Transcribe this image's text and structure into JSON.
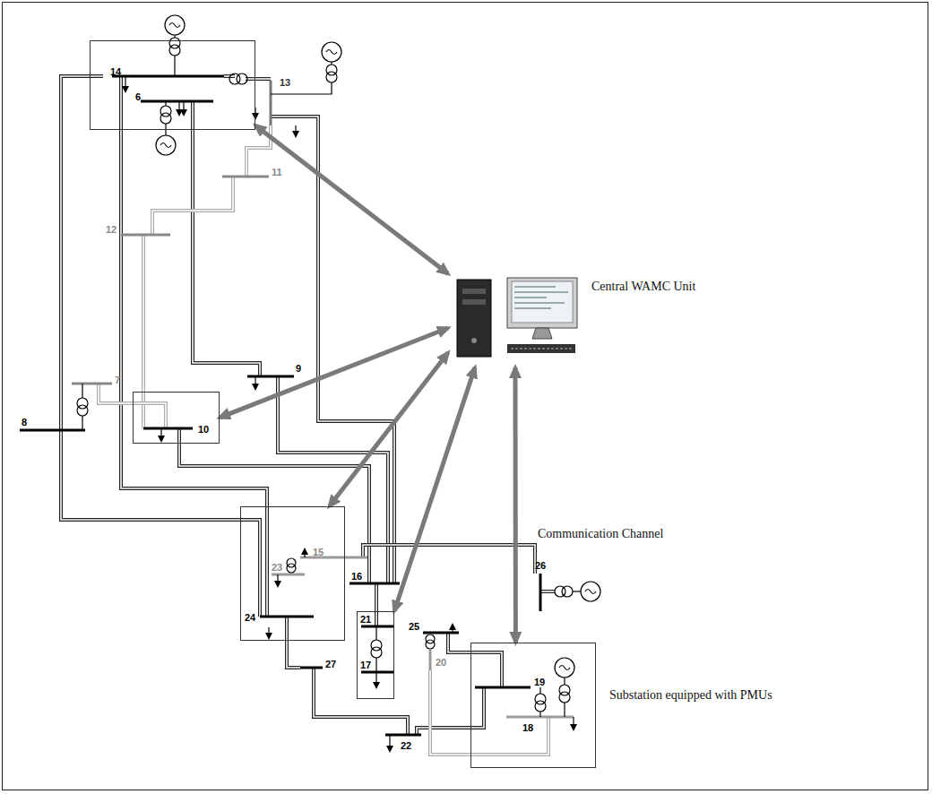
{
  "diagram": {
    "nodes": [
      {
        "text": [
          "14",
          "6"
        ]
      },
      {
        "text": [
          "Central WAMC Unit"
        ]
      },
      {
        "text": [
          "10"
        ]
      },
      {
        "text": [
          "15",
          "23",
          "24"
        ]
      },
      {
        "text": [
          "21",
          "17"
        ]
      },
      {
        "text": [
          "19",
          "18"
        ]
      }
    ],
    "edges": [
      {
        "from": 1,
        "to": 0,
        "arrow": "both"
      },
      {
        "from": 1,
        "to": 2,
        "arrow": "both"
      },
      {
        "from": 1,
        "to": 3,
        "arrow": "both"
      },
      {
        "from": 1,
        "to": 4,
        "arrow": "both"
      },
      {
        "from": 1,
        "to": 5,
        "arrow": "both"
      }
    ],
    "labels": [
      "13",
      "11",
      "12",
      "9",
      "7",
      "8",
      "16",
      "25",
      "20",
      "26",
      "27",
      "22",
      "Communication Channel",
      "Substation equipped with PMUs"
    ]
  }
}
